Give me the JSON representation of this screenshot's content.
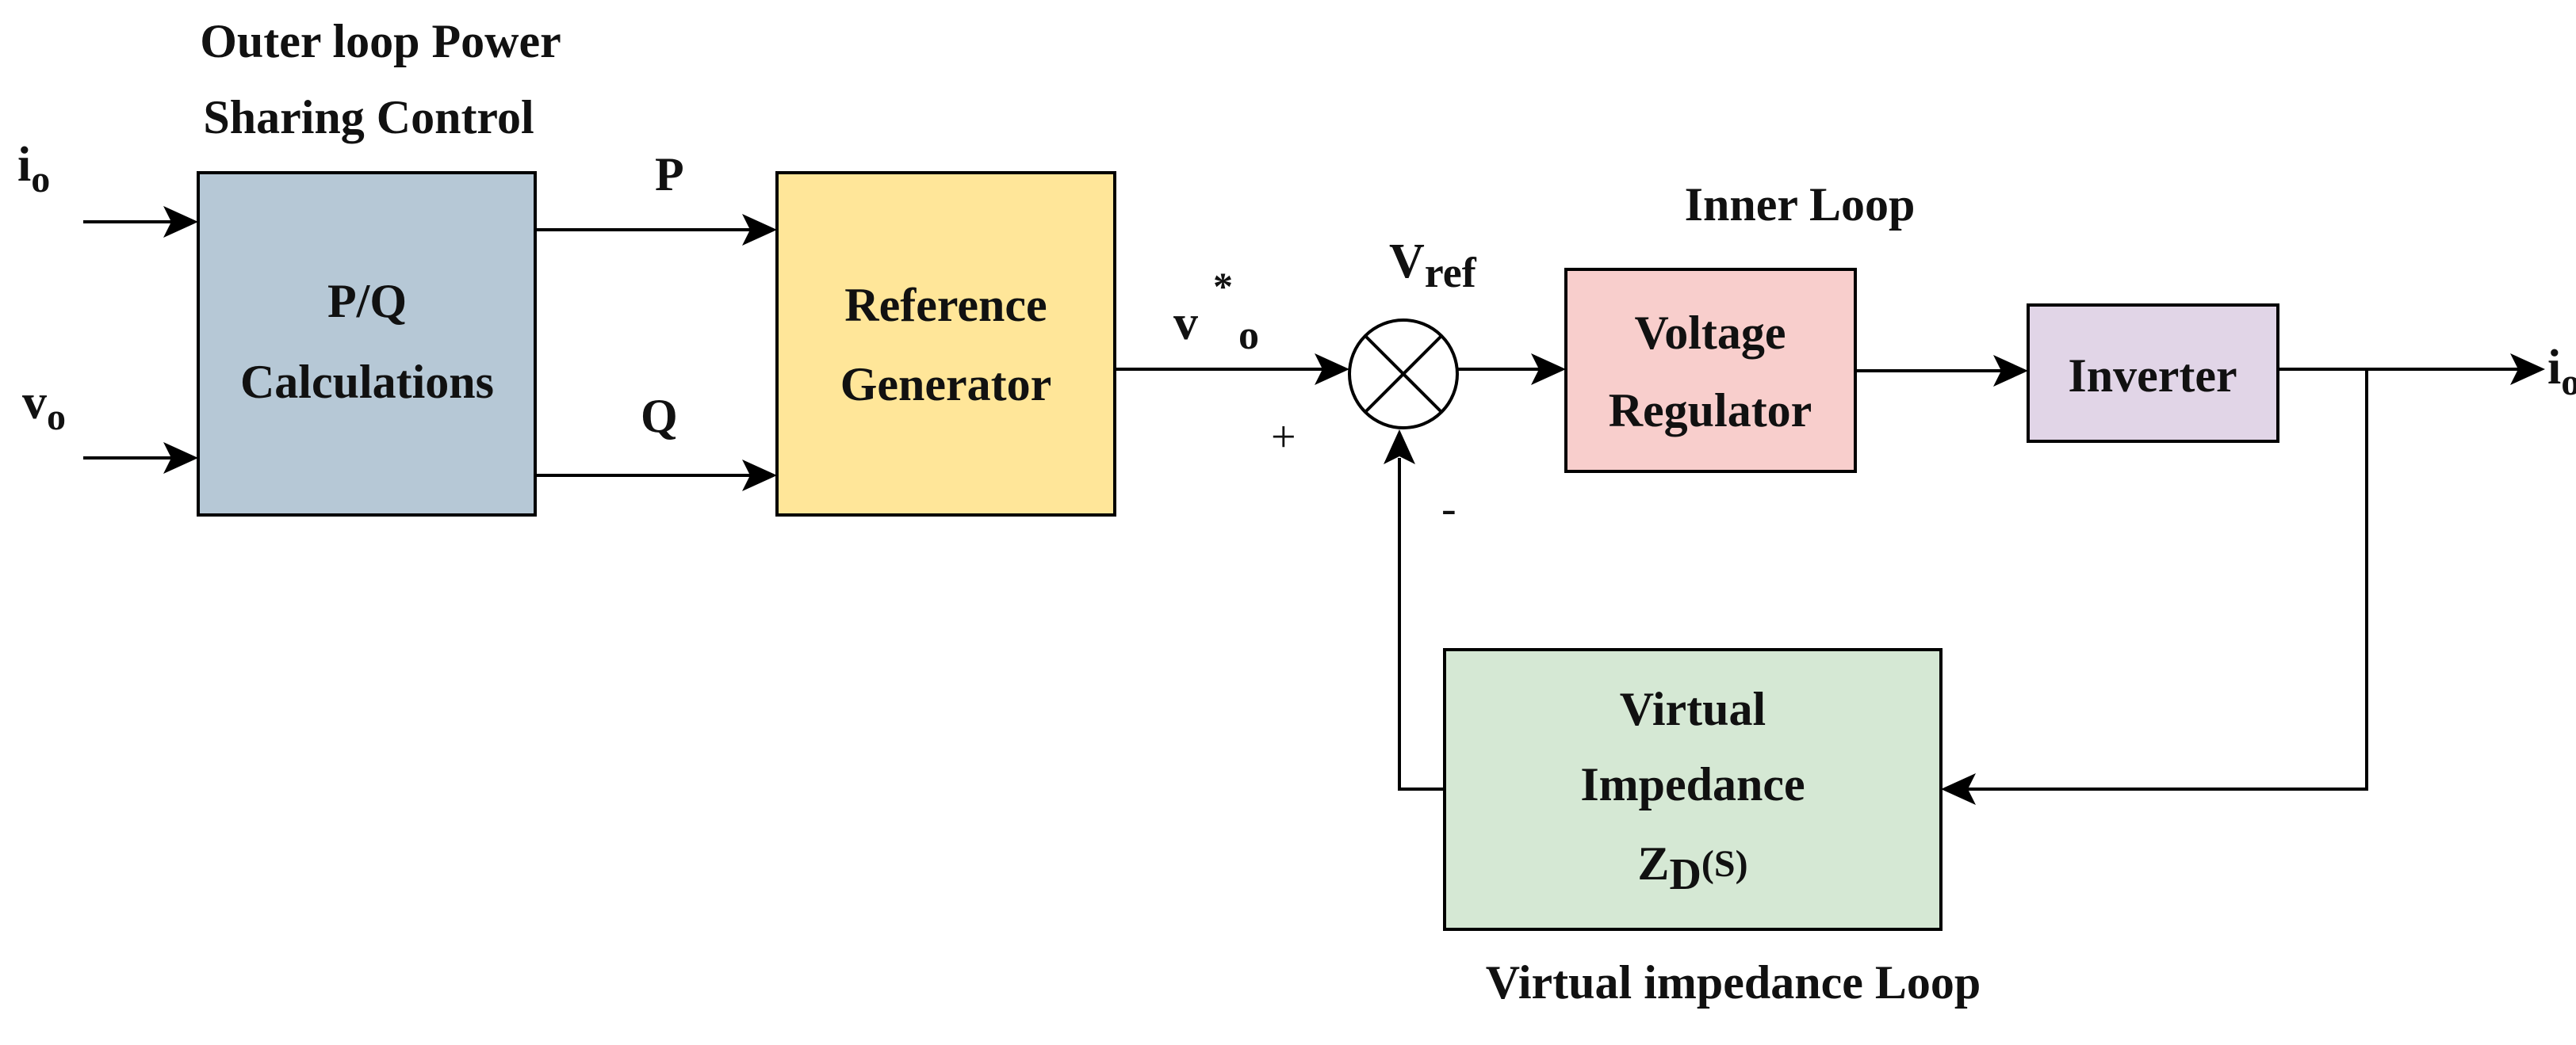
{
  "diagram": {
    "outer_loop_title": [
      "Outer loop Power",
      "Sharing Control"
    ],
    "inner_loop_title": "Inner Loop",
    "virtual_loop_title": "Virtual impedance Loop",
    "blocks": {
      "pq": [
        "P/Q",
        "Calculations"
      ],
      "ref": [
        "Reference",
        "Generator"
      ],
      "volt": [
        "Voltage",
        "Regulator"
      ],
      "inverter": "Inverter",
      "virtual": [
        "Virtual",
        "Impedance"
      ],
      "virtual_tf": {
        "main": "Z",
        "sub": "D",
        "arg": "(S)"
      }
    },
    "signals": {
      "io_in": {
        "main": "i",
        "sub": "o"
      },
      "vo_in": {
        "main": "v",
        "sub": "o"
      },
      "p": "P",
      "q": "Q",
      "vo_star": {
        "main": "v",
        "sup": "*",
        "sub": "o"
      },
      "vref": {
        "main": "V",
        "sub": "ref"
      },
      "plus": "+",
      "minus": "-",
      "io_out": {
        "main": "i",
        "sub": "o"
      }
    },
    "colors": {
      "pq_fill": "#b6c8d6",
      "ref_fill": "#ffe699",
      "volt_fill": "#f8cecc",
      "inverter_fill": "#e1d5e7",
      "virtual_fill": "#d5e8d4"
    }
  }
}
